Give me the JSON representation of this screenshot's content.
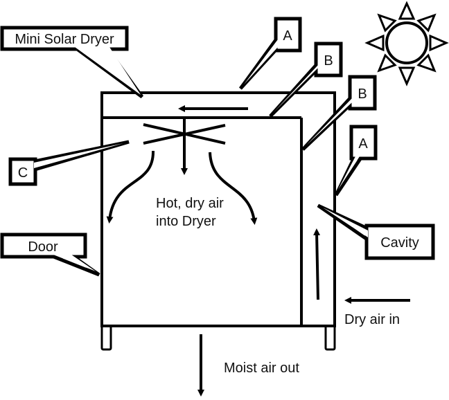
{
  "title": "Mini Solar Dryer",
  "labels": {
    "title_callout": "Mini Solar Dryer",
    "a_top": "A",
    "b_top": "B",
    "b_right": "B",
    "a_right": "A",
    "c": "C",
    "door": "Door",
    "cavity": "Cavity"
  },
  "annotations": {
    "hot_air_line1": "Hot, dry air",
    "hot_air_line2": "into Dryer",
    "dry_air_in": "Dry air in",
    "moist_air_out": "Moist air out"
  },
  "icons": [
    "sun-icon",
    "fan-icon",
    "arrow-icon"
  ]
}
